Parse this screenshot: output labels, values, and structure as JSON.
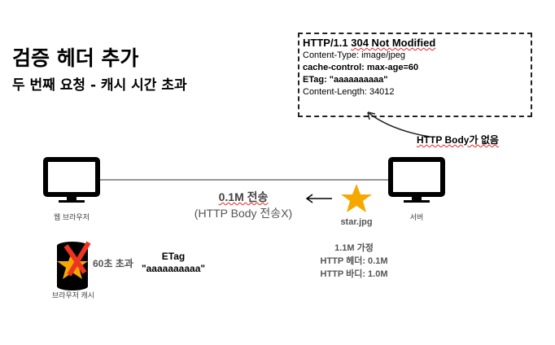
{
  "title": "검증 헤더 추가",
  "subtitle": "두 번째 요청 - 캐시 시간 초과",
  "response": {
    "status_prefix": "HTTP/1.1 ",
    "status": "304 Not Modified",
    "lines": [
      "Content-Type: image/jpeg",
      "cache-control: max-age=60",
      "ETag: \"aaaaaaaaaa\"",
      "Content-Length: 34012"
    ]
  },
  "note": "HTTP Body가 없음",
  "client_label": "웹 브라우저",
  "server_label": "서버",
  "transfer": {
    "size": "0.1M 전송",
    "detail": "(HTTP Body 전송X)"
  },
  "file": "star.jpg",
  "sizes": [
    "1.1M 가정",
    "HTTP 헤더: 0.1M",
    "HTTP 바디: 1.0M"
  ],
  "cache": {
    "label": "브라우저 캐시",
    "expired": "60초 초과",
    "etag_label": "ETag",
    "etag_value": "\"aaaaaaaaaa\""
  }
}
